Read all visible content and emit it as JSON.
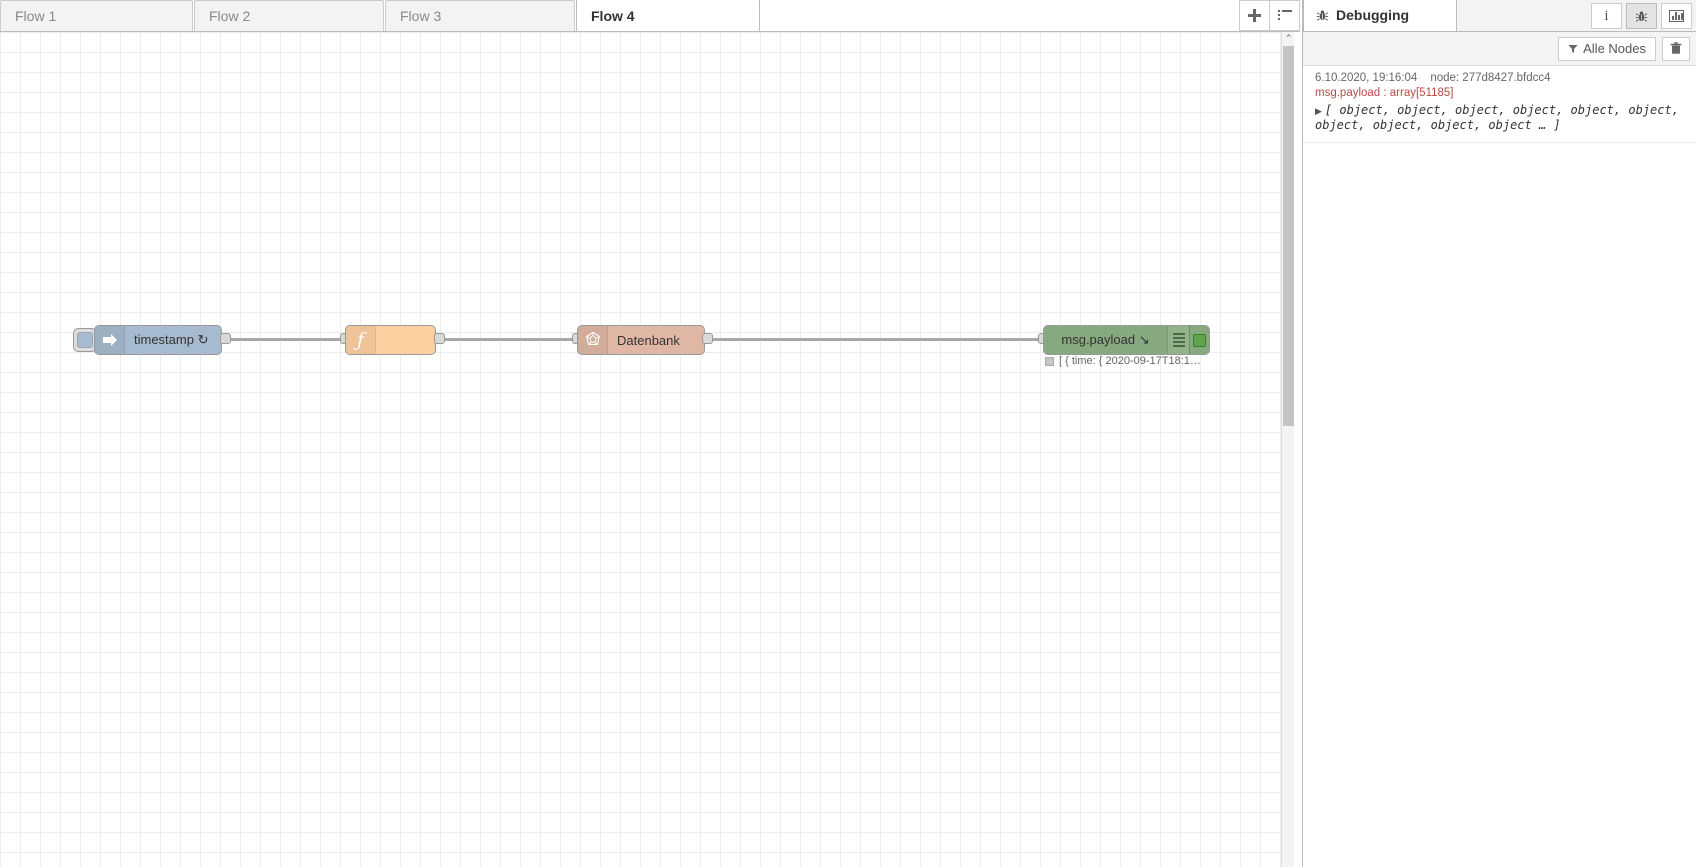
{
  "tabbar": {
    "tabs": [
      {
        "label": "Flow 1",
        "active": false
      },
      {
        "label": "Flow 2",
        "active": false
      },
      {
        "label": "Flow 3",
        "active": false
      },
      {
        "label": "Flow 4",
        "active": true
      }
    ],
    "add_tab_icon": "plus-icon",
    "list_tabs_icon": "list-icon"
  },
  "flow": {
    "nodes": [
      {
        "id": "inject",
        "label": "timestamp ↻",
        "icon": "inject-arrow-icon",
        "color": "#a6bbcf"
      },
      {
        "id": "function",
        "label": "",
        "icon": "function-icon",
        "color": "#fdd0a2"
      },
      {
        "id": "database",
        "label": "Datenbank",
        "icon": "database-icon",
        "color": "#e0b7a5"
      },
      {
        "id": "debug",
        "label": "msg.payload ↘",
        "icon": "debug-icon",
        "color": "#87a980"
      }
    ],
    "debug_status": "[ { time: { 2020-09-17T18:1…"
  },
  "sidebar": {
    "tab_title": "Debugging",
    "tab_icon": "bug-icon",
    "header_buttons": [
      {
        "name": "info-icon",
        "active": false
      },
      {
        "name": "bug-icon",
        "active": true
      },
      {
        "name": "chart-icon",
        "active": false
      }
    ],
    "toolbar": {
      "filter_label": "Alle Nodes",
      "filter_icon": "funnel-icon",
      "clear_icon": "trash-icon"
    },
    "messages": [
      {
        "timestamp": "6.10.2020, 19:16:04",
        "node": "node: 277d8427.bfdcc4",
        "topic": "msg.payload : array[51185]",
        "body": "[ object, object, object, object, object, object, object, object, object, object … ]"
      }
    ]
  },
  "scrollbar": {
    "up_arrow": "⌃"
  }
}
